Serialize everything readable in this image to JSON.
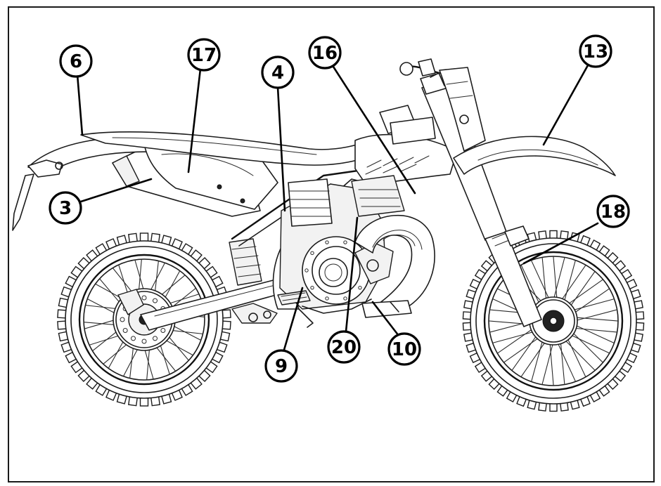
{
  "figure": {
    "callouts": [
      {
        "id": "c6",
        "label": "6"
      },
      {
        "id": "c17",
        "label": "17"
      },
      {
        "id": "c4",
        "label": "4"
      },
      {
        "id": "c16",
        "label": "16"
      },
      {
        "id": "c13",
        "label": "13"
      },
      {
        "id": "c3",
        "label": "3"
      },
      {
        "id": "c18",
        "label": "18"
      },
      {
        "id": "c9",
        "label": "9"
      },
      {
        "id": "c20",
        "label": "20"
      },
      {
        "id": "c10",
        "label": "10"
      }
    ]
  },
  "colors": {
    "line": "#1c1c1c",
    "background": "#ffffff"
  }
}
